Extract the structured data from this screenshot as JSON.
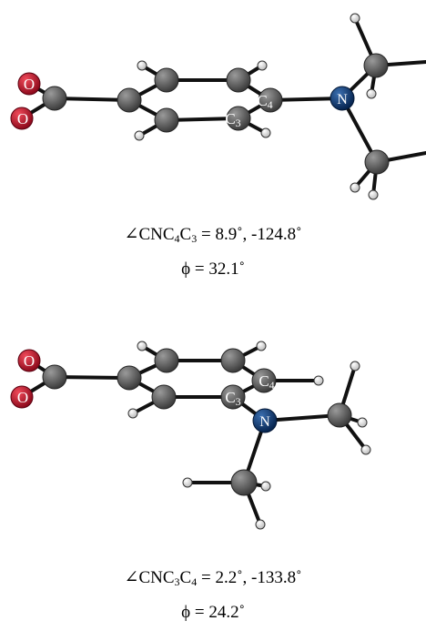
{
  "colors": {
    "carbon": "#5b5b5b",
    "oxygen": "#c8102e",
    "nitrogen": "#0b3a78",
    "hydrogen": "#f2f2f2",
    "bond": "#111111"
  },
  "top": {
    "atom_labels": {
      "o1": "O",
      "o2": "O",
      "n": "N",
      "c4": "C",
      "c4_sub": "4",
      "c3": "C",
      "c3_sub": "3"
    },
    "caption1": {
      "angle_symbol": "∠",
      "text": "CNC",
      "sub1": "4",
      "mid": "C",
      "sub2": "3",
      "value": " = 8.9˚, -124.8˚"
    },
    "caption2": {
      "symbol": "ϕ",
      "value": " = 32.1˚"
    }
  },
  "bottom": {
    "atom_labels": {
      "o1": "O",
      "o2": "O",
      "n": "N",
      "c4": "C",
      "c4_sub": "4",
      "c3": "C",
      "c3_sub": "3"
    },
    "caption1": {
      "angle_symbol": "∠",
      "text": "CNC",
      "sub1": "3",
      "mid": "C",
      "sub2": "4",
      "value": " = 2.2˚, -133.8˚"
    },
    "caption2": {
      "symbol": "ϕ",
      "value": " = 24.2˚"
    }
  }
}
